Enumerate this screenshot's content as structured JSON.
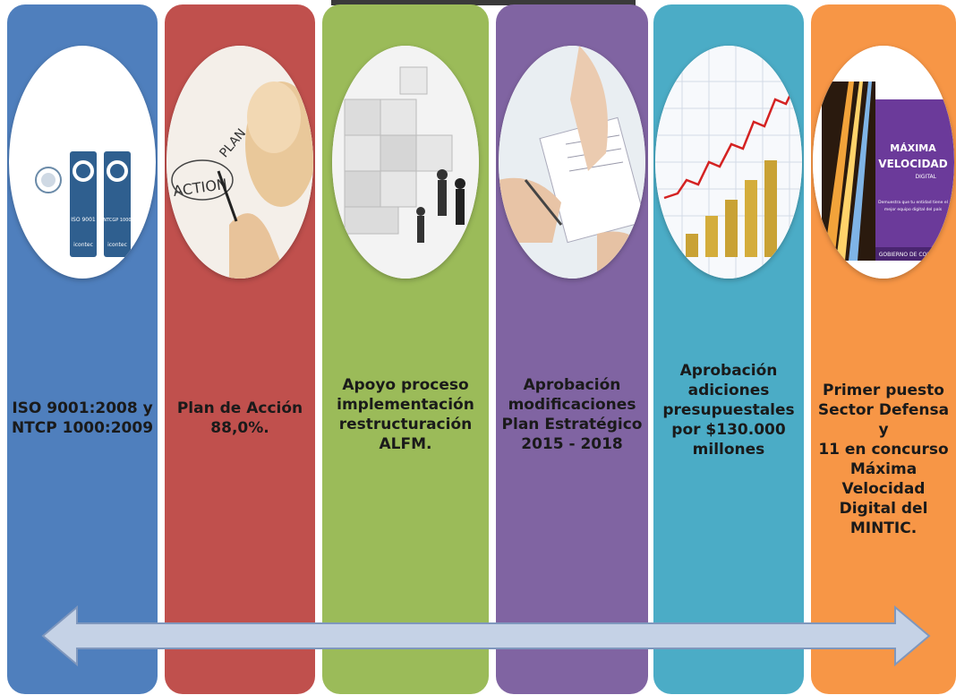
{
  "panels": [
    {
      "color": "#4f7fbd",
      "label": "ISO 9001:2008  y\nNTCP 1000:2009",
      "image": "iso-certification-logos-icon",
      "logo_texts": [
        "ISO 9001",
        "NTCGP 1000",
        "icontec"
      ]
    },
    {
      "color": "#c0504d",
      "label": "Plan de Acción\n88,0%.",
      "image": "action-plan-hand-icon",
      "logo_texts": [
        "ACTION",
        "PLAN"
      ]
    },
    {
      "color": "#9bbb59",
      "label": "Apoyo proceso\nimplementación\nrestructuración\nALFM.",
      "image": "puzzle-team-icon"
    },
    {
      "color": "#8064a2",
      "label": "Aprobación\nmodificaciones\nPlan Estratégico\n2015 - 2018",
      "image": "documents-hands-icon"
    },
    {
      "color": "#4bacc6",
      "label": "Aprobación\nadiciones\npresupuestales\npor $130.000\nmillones",
      "image": "coins-growth-chart-icon"
    },
    {
      "color": "#f79646",
      "label": "Primer puesto\nSector Defensa y\n11 en concurso\nMáxima Velocidad\nDigital del MINTIC.",
      "image": "maxima-velocidad-logo-icon",
      "logo_texts": [
        "MÁXIMA",
        "VELOCIDAD",
        "DIGITAL",
        "Demuestra que tu entidad tiene el",
        "mejor equipo digital del país",
        "GOBIERNO DE COLOMBIA"
      ]
    }
  ],
  "arrow_color": "#c5d2e6"
}
